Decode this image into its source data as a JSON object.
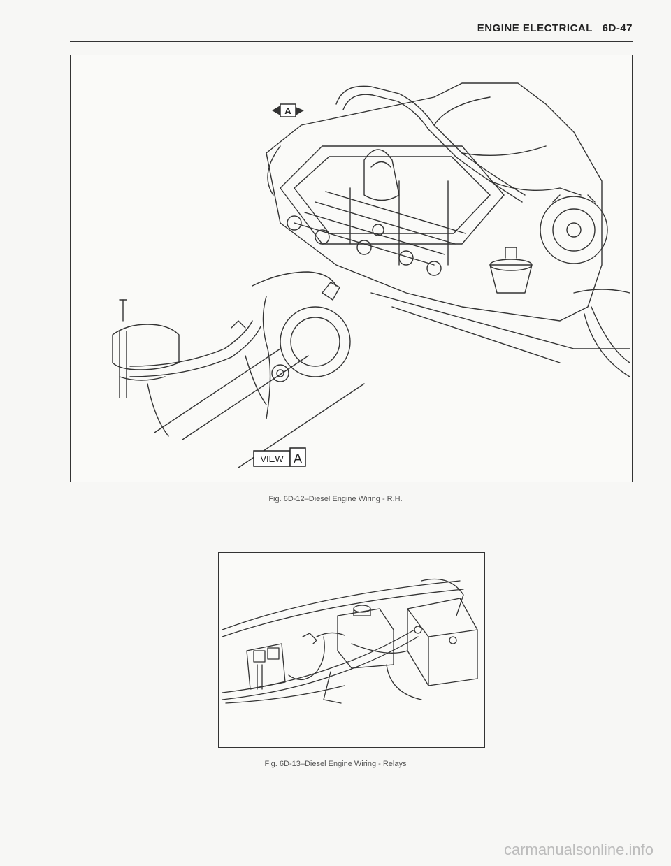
{
  "header": {
    "title": "ENGINE ELECTRICAL",
    "page_number": "6D-47"
  },
  "figure_1": {
    "callout_label": "A",
    "view_word": "VIEW",
    "view_letter": "A",
    "caption": "Fig. 6D-12–Diesel Engine Wiring - R.H."
  },
  "figure_2": {
    "caption": "Fig. 6D-13–Diesel Engine Wiring - Relays"
  },
  "watermark": {
    "text": "carmanualsonline.info"
  }
}
